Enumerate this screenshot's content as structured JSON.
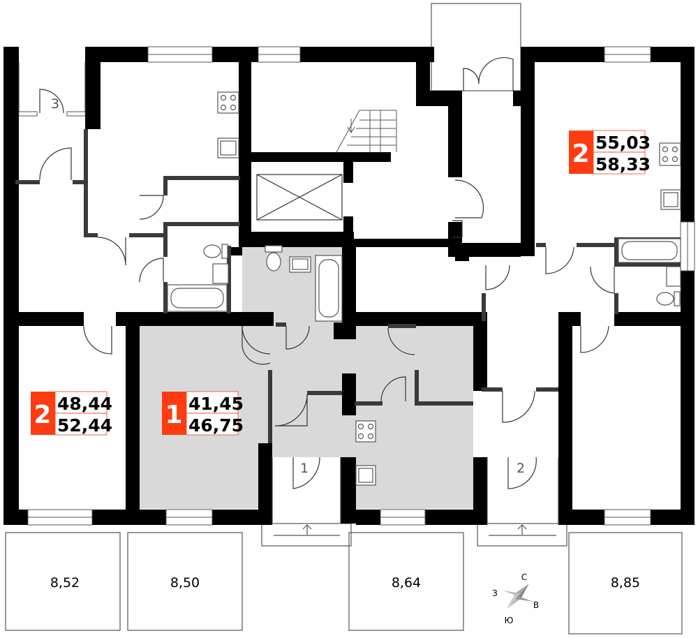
{
  "apartments": [
    {
      "id": "apt-right",
      "rooms": "2",
      "area_living": "55,03",
      "area_total": "58,33",
      "color": "#FF3B12"
    },
    {
      "id": "apt-left",
      "rooms": "2",
      "area_living": "48,44",
      "area_total": "52,44",
      "color": "#FF3B12"
    },
    {
      "id": "apt-center",
      "rooms": "1",
      "area_living": "41,45",
      "area_total": "46,75",
      "color": "#FF3B12",
      "highlighted": true,
      "highlight_color": "#D9D9D9"
    }
  ],
  "terraces": [
    "8,52",
    "8,50",
    "8,64",
    "8,85"
  ],
  "entrances": [
    "1",
    "2",
    "3"
  ],
  "compass": {
    "north": "С",
    "east": "В",
    "south": "Ю",
    "west": "З"
  }
}
